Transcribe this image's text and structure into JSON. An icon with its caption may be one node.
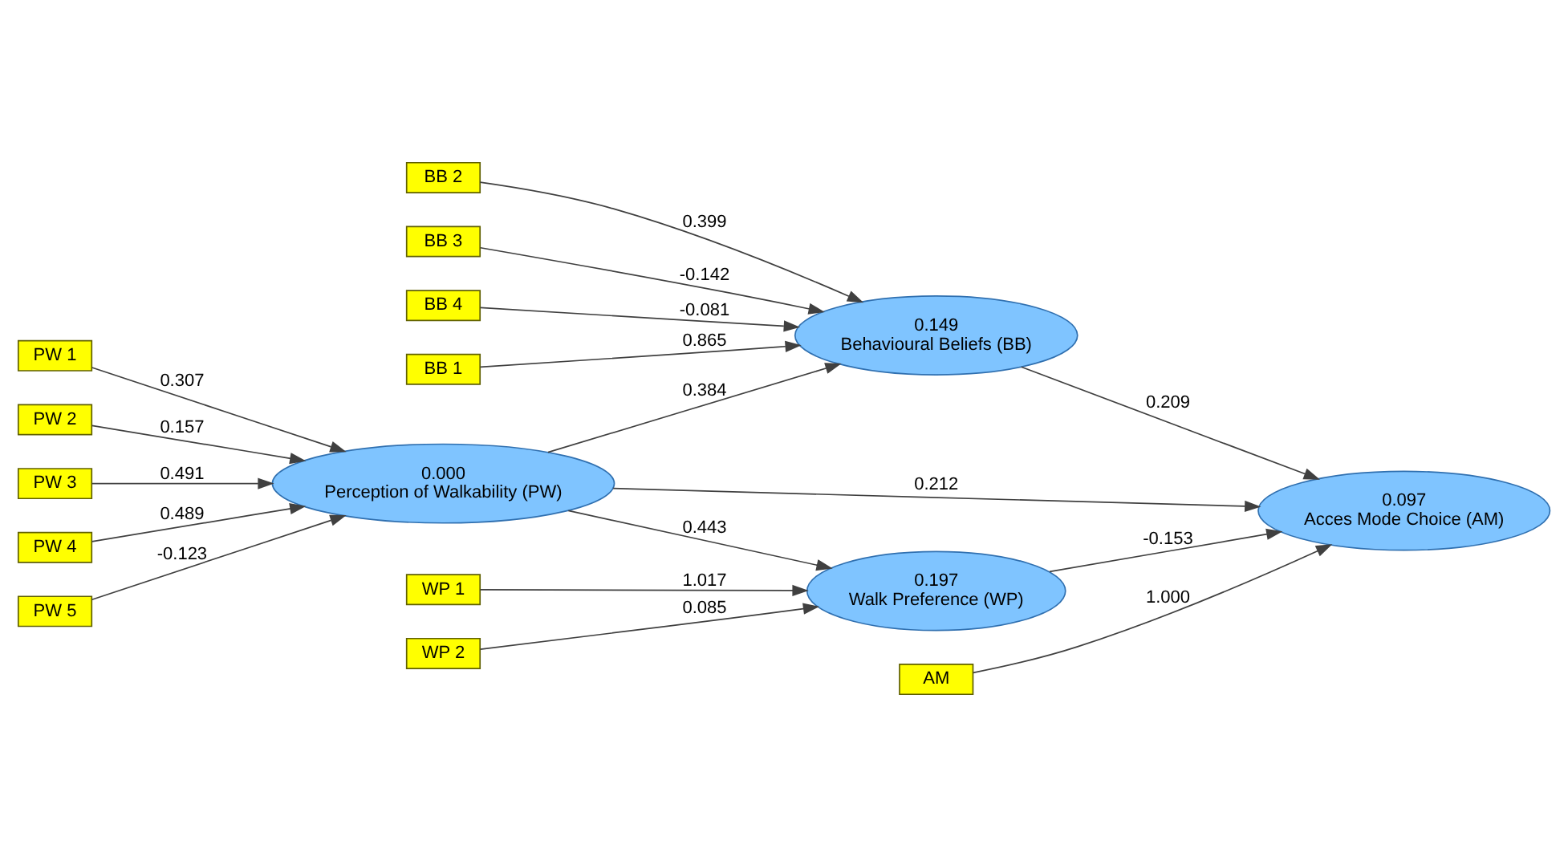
{
  "diagram": {
    "nodes": [
      {
        "text": [
          "WP 1"
        ]
      },
      {
        "text": [
          "WP 2"
        ]
      },
      {
        "text": [
          "PW 1"
        ]
      },
      {
        "text": [
          "PW 2"
        ]
      },
      {
        "text": [
          "PW 3"
        ]
      },
      {
        "text": [
          "PW 4"
        ]
      },
      {
        "text": [
          "PW 5"
        ]
      },
      {
        "text": [
          "0.197",
          "Walk Preference (WP)"
        ]
      },
      {
        "text": [
          "0.000",
          "Perception of Walkability (PW)"
        ]
      },
      {
        "text": [
          "0.097",
          "Acces Mode Choice (AM)"
        ]
      },
      {
        "text": [
          "AM"
        ]
      },
      {
        "text": [
          "0.149",
          "Behavioural Beliefs (BB)"
        ]
      },
      {
        "text": [
          "BB 1"
        ]
      },
      {
        "text": [
          "BB 2"
        ]
      },
      {
        "text": [
          "BB 3"
        ]
      },
      {
        "text": [
          "BB 4"
        ]
      }
    ],
    "edges": [
      {
        "from": 0,
        "to": 7,
        "arrow": "to",
        "label": "1.017"
      },
      {
        "from": 1,
        "to": 7,
        "arrow": "to",
        "label": "0.085"
      },
      {
        "from": 2,
        "to": 8,
        "arrow": "to",
        "label": "0.307"
      },
      {
        "from": 3,
        "to": 8,
        "arrow": "to",
        "label": "0.157"
      },
      {
        "from": 4,
        "to": 8,
        "arrow": "to",
        "label": "0.491"
      },
      {
        "from": 5,
        "to": 8,
        "arrow": "to",
        "label": "0.489"
      },
      {
        "from": 6,
        "to": 8,
        "arrow": "to",
        "label": "-0.123"
      },
      {
        "from": 8,
        "to": 7,
        "arrow": "to",
        "label": "0.443"
      },
      {
        "from": 7,
        "to": 9,
        "arrow": "to",
        "label": "-0.153"
      },
      {
        "from": 8,
        "to": 9,
        "arrow": "to",
        "label": "0.212"
      },
      {
        "from": 10,
        "to": 9,
        "arrow": "to",
        "label": "1.000"
      },
      {
        "from": 8,
        "to": 11,
        "arrow": "to",
        "label": "0.384"
      },
      {
        "from": 11,
        "to": 9,
        "arrow": "to",
        "label": "0.209"
      },
      {
        "from": 12,
        "to": 11,
        "arrow": "to",
        "label": "0.865"
      },
      {
        "from": 13,
        "to": 11,
        "arrow": "to",
        "label": "0.399"
      },
      {
        "from": 14,
        "to": 11,
        "arrow": "to",
        "label": "-0.142"
      },
      {
        "from": 15,
        "to": 11,
        "arrow": "to",
        "label": "-0.081"
      }
    ]
  }
}
